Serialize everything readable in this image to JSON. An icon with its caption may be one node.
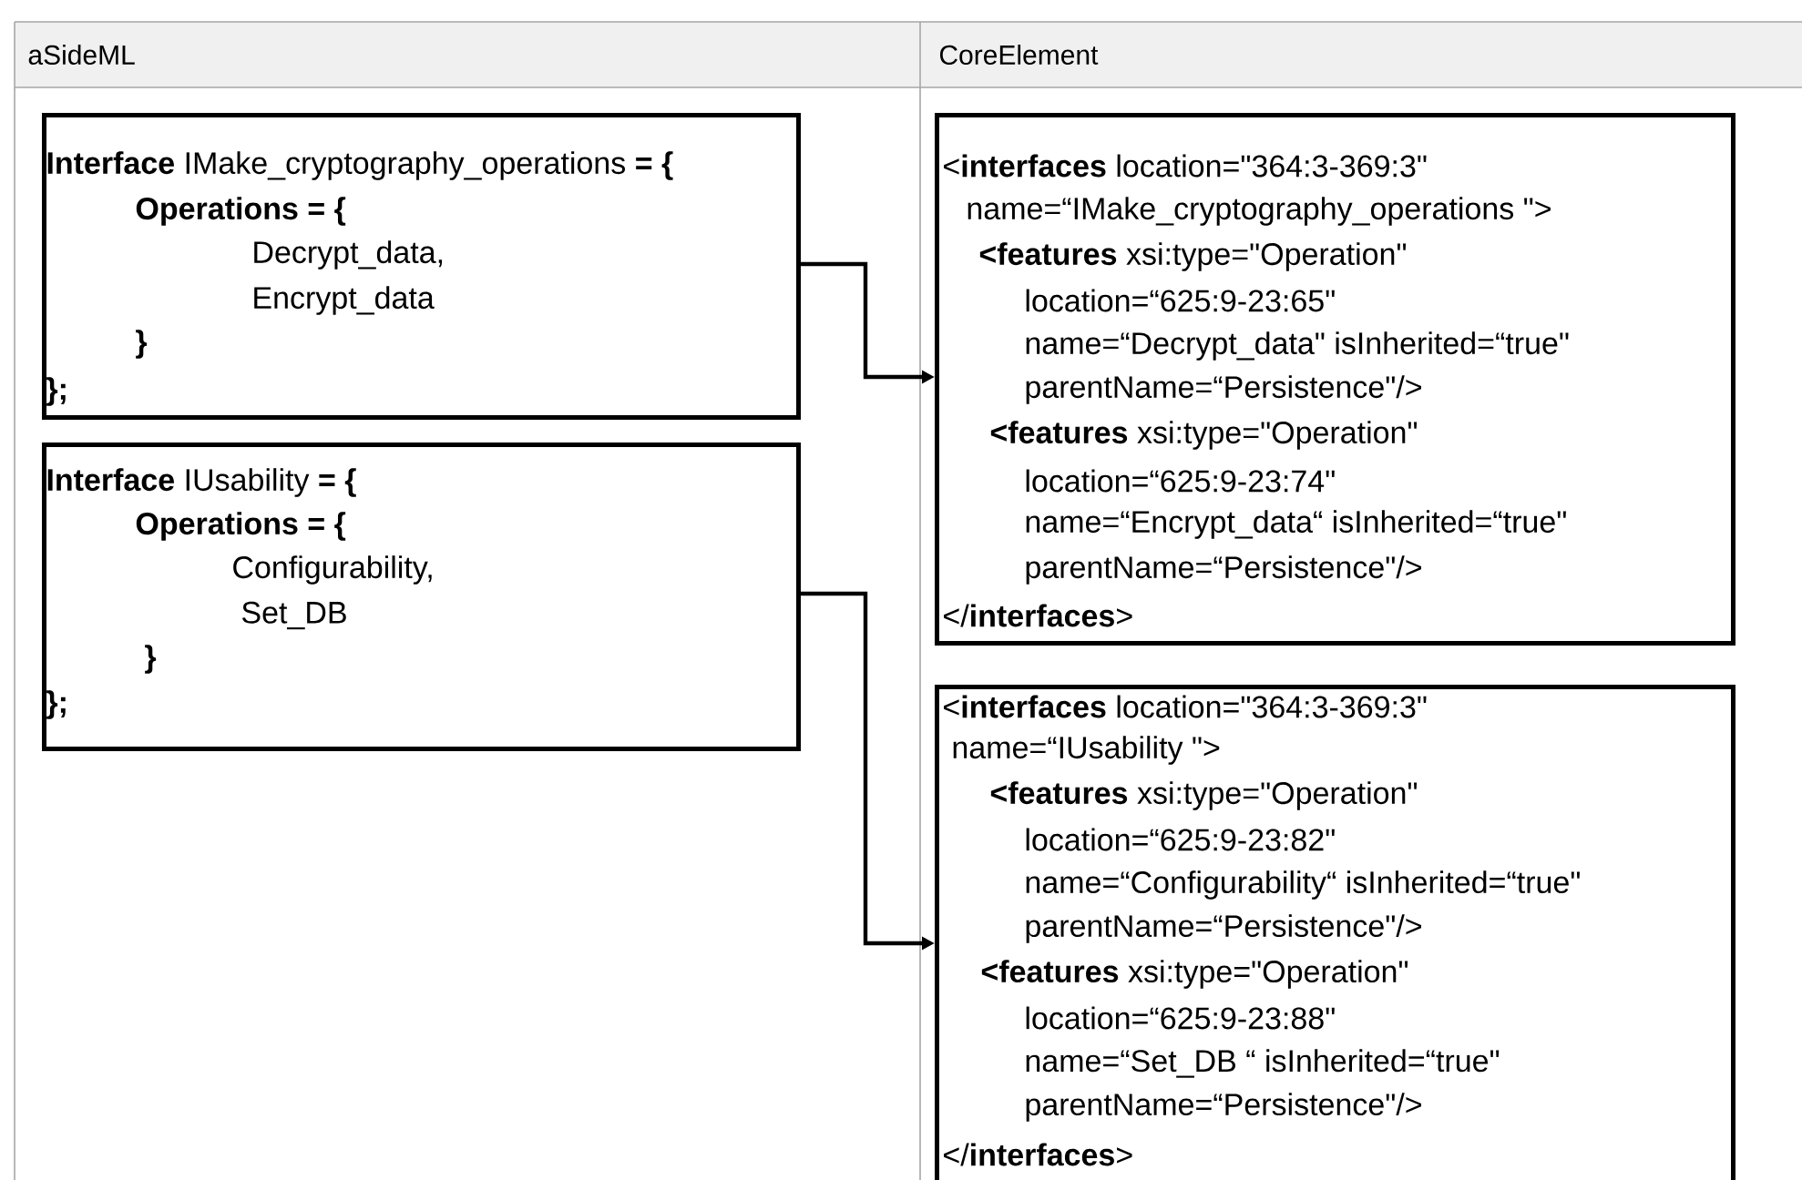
{
  "diagram": {
    "nodes": [
      {
        "text": [
          "**Interface** IMake_cryptography_operations **= {**",
          "Operations = {",
          "Decrypt_data,",
          "Encrypt_data",
          "}",
          "};"
        ]
      },
      {
        "text": [
          "**Interface** IUsability **= {**",
          "Operations = {",
          "Configurability,",
          "Set_DB",
          "}",
          "};"
        ]
      },
      {
        "text": [
          "<**interfaces** location=\"364:3-369:3\"",
          "name=“IMake_cryptography_operations \">",
          "**<features** xsi:type=\"Operation\"",
          "location=“625:9-23:65\"",
          "name=“Decrypt_data\" isInherited=“true\"",
          "parentName=“Persistence\"/>",
          "**<features** xsi:type=\"Operation\"",
          "location=“625:9-23:74\"",
          "name=“Encrypt_data“ isInherited=“true\"",
          "parentName=“Persistence\"/>",
          "</**interfaces**>"
        ]
      },
      {
        "text": [
          "<**interfaces** location=\"364:3-369:3\"",
          "name=“IUsability \">",
          "**<features** xsi:type=\"Operation\"",
          "location=“625:9-23:82\"",
          "name=“Configurability“ isInherited=“true\"",
          "parentName=“Persistence\"/>",
          "**<features** xsi:type=\"Operation\"",
          "location=“625:9-23:88\"",
          "name=“Set_DB “ isInherited=“true\"",
          "parentName=“Persistence\"/>",
          "</**interfaces**>"
        ]
      }
    ],
    "edges": [
      {
        "from": 0,
        "to": 2,
        "arrow": "to"
      },
      {
        "from": 1,
        "to": 3,
        "arrow": "to"
      }
    ],
    "labels": [
      "aSideML",
      "CoreElement"
    ]
  }
}
